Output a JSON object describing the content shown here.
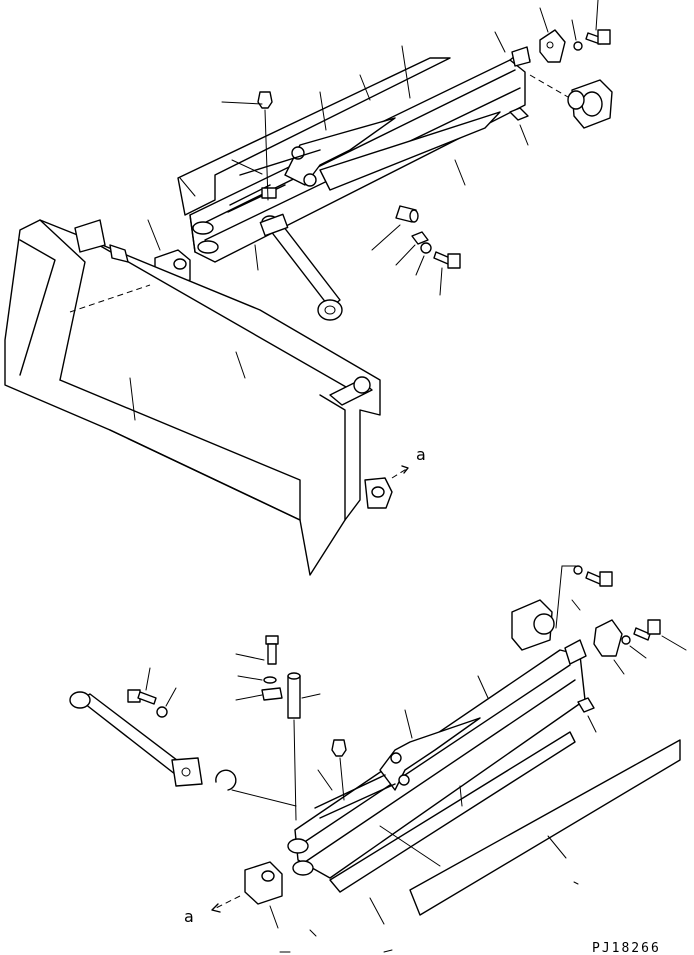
{
  "diagram": {
    "view_label_upper": "a",
    "view_label_lower": "a",
    "drawing_code": "PJ18266"
  }
}
